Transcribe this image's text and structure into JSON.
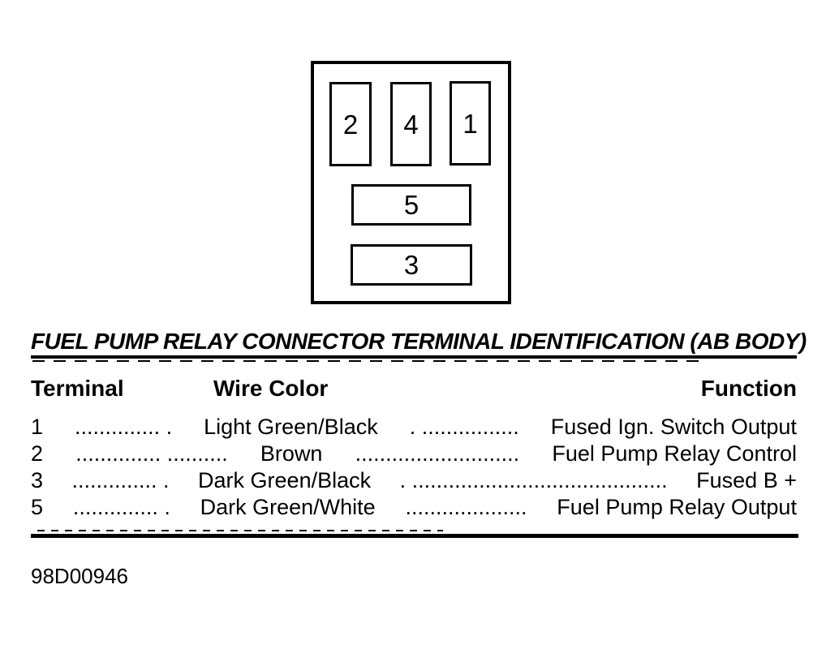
{
  "colors": {
    "ink": "#000000",
    "background": "#ffffff"
  },
  "connector": {
    "description": "fuel-pump-relay-connector-face",
    "pins": [
      {
        "label": "2"
      },
      {
        "label": "4"
      },
      {
        "label": "1"
      },
      {
        "label": "5"
      },
      {
        "label": "3"
      }
    ]
  },
  "title": "FUEL PUMP RELAY CONNECTOR TERMINAL IDENTIFICATION (AB BODY)",
  "table": {
    "headers": {
      "terminal": "Terminal",
      "wire_color": "Wire Color",
      "function": "Function"
    },
    "rows": [
      {
        "terminal": "1",
        "leader1": ".............. .",
        "wire_color": "Light Green/Black",
        "leader2": ". ................",
        "function": "Fused Ign. Switch Output"
      },
      {
        "terminal": "2",
        "leader1": ".............. ..........",
        "wire_color": "Brown",
        "leader2": "...........................",
        "function": "Fuel Pump Relay Control"
      },
      {
        "terminal": "3",
        "leader1": ".............. .",
        "wire_color": "Dark Green/Black",
        "leader2": ". ..........................................",
        "function": "Fused B +"
      },
      {
        "terminal": "5",
        "leader1": ".............. .",
        "wire_color": "Dark Green/White",
        "leader2": "....................",
        "function": "Fuel Pump Relay Output"
      }
    ]
  },
  "figure_code": "98D00946"
}
